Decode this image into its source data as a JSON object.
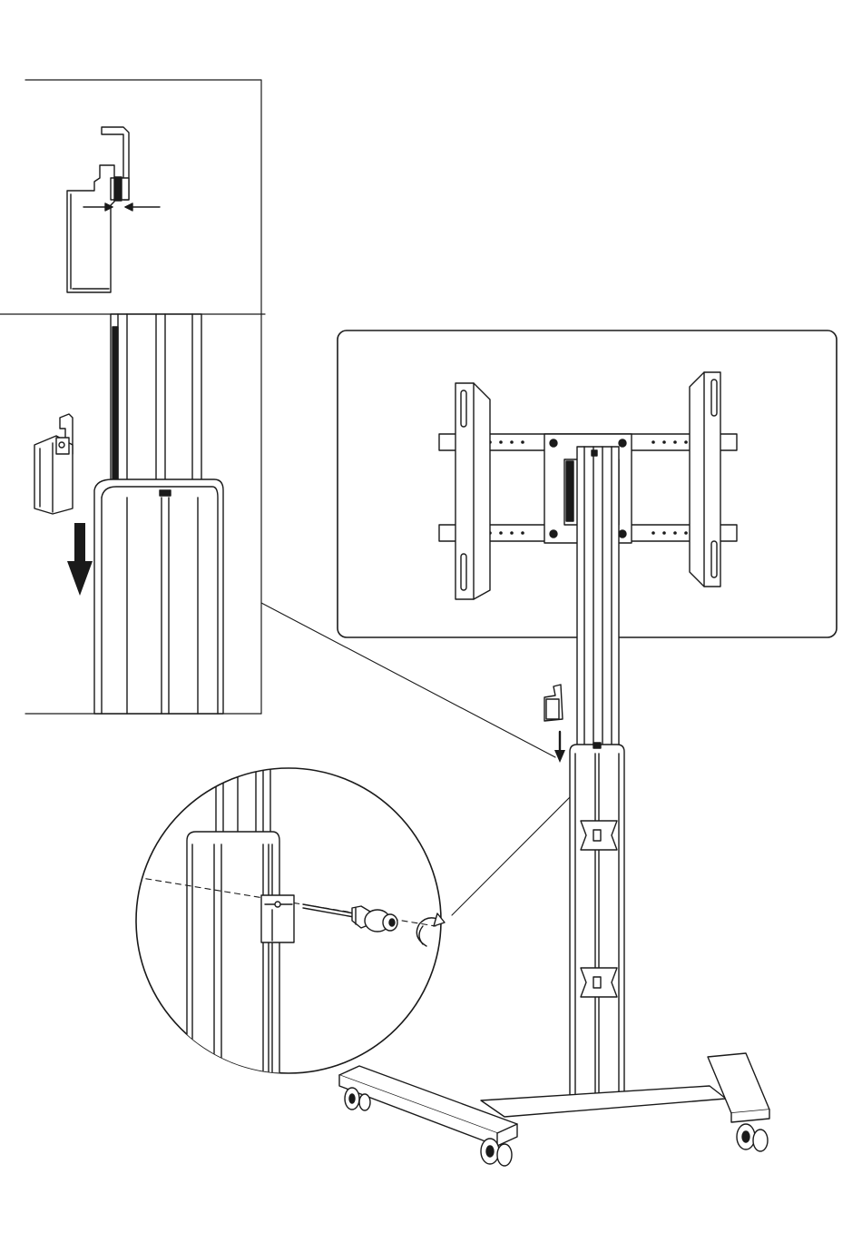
{
  "figure": {
    "line_color": "#1a1a1a",
    "fill_color": "#ffffff",
    "arrow_color": "#1a1a1a"
  },
  "parts": {
    "panels": [
      "clearance-detail-inset",
      "column-clip-inset",
      "display-mount-overview",
      "screw-tightening-magnifier"
    ],
    "icons": [
      "down-arrow-icon",
      "rotate-clockwise-icon",
      "screwdriver-icon",
      "caster-wheel-icon"
    ]
  }
}
